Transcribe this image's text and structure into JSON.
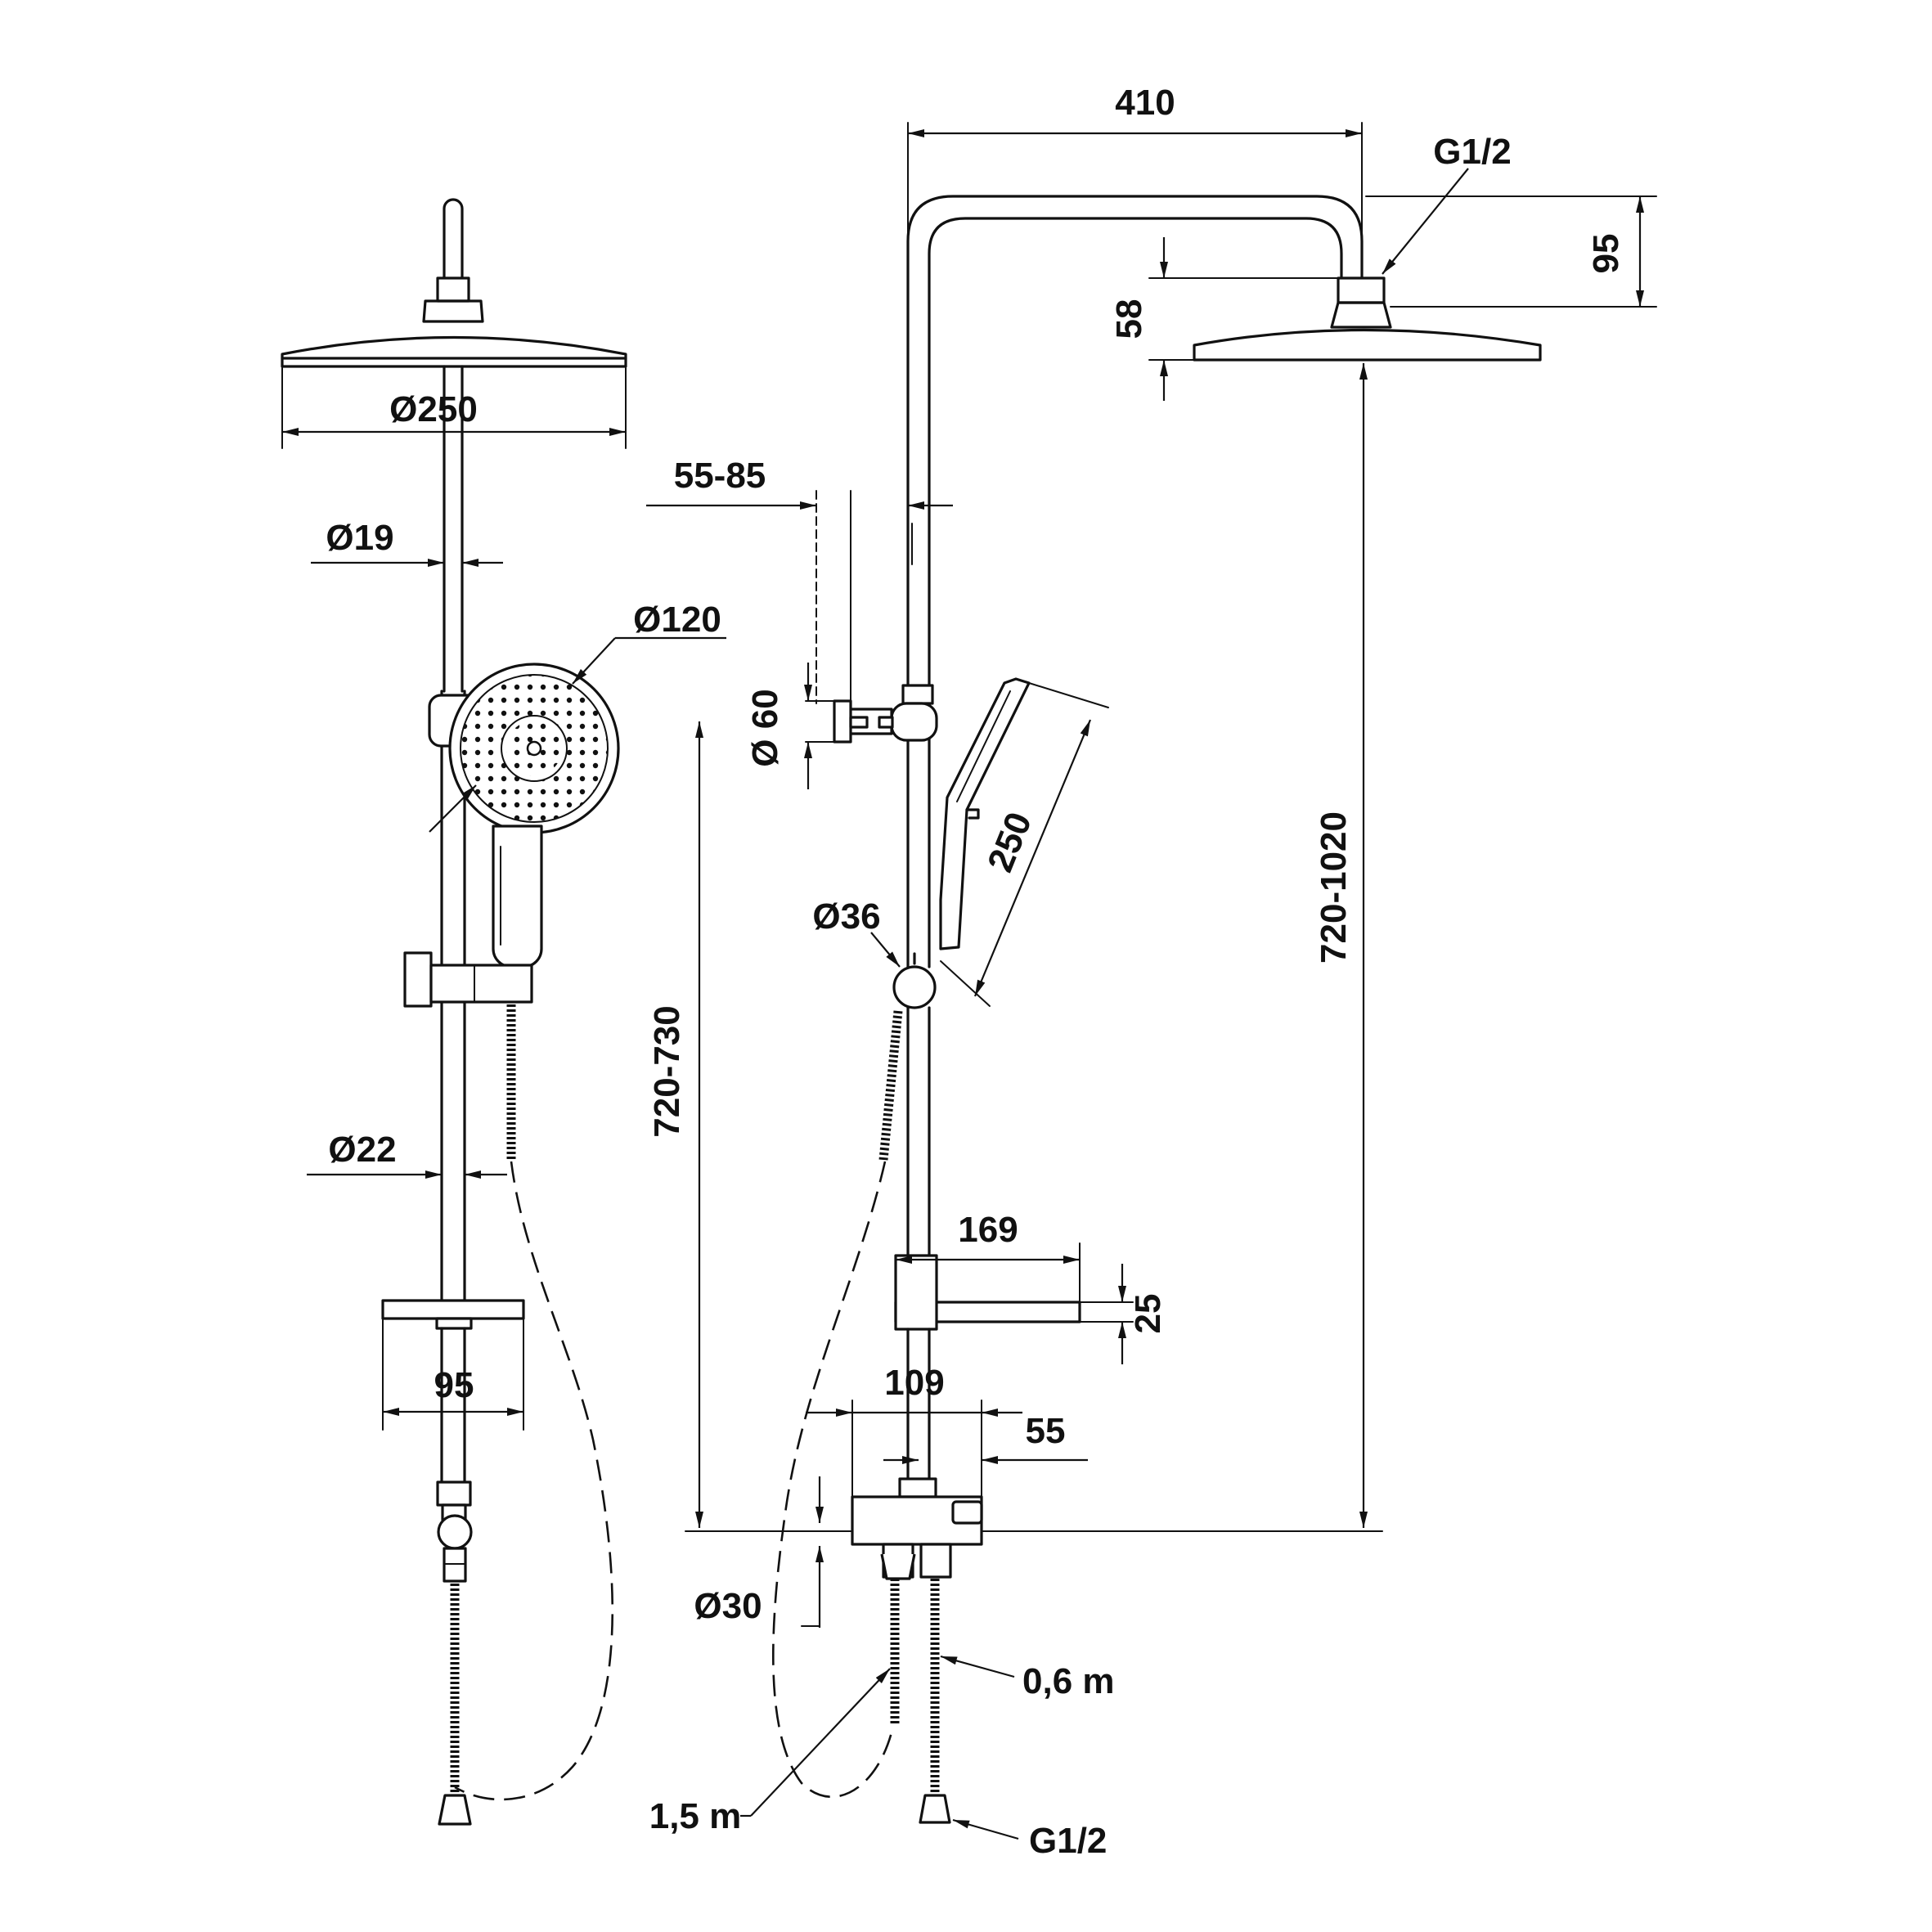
{
  "front_view": {
    "dim_head_diameter": "Ø250",
    "dim_upper_tube": "Ø19",
    "dim_hand_shower": "Ø120",
    "dim_lower_tube": "Ø22",
    "dim_shelf": "95"
  },
  "side_view": {
    "dim_arm_reach": "410",
    "dim_head_connection": "G1/2",
    "dim_head_height": "95",
    "dim_head_drop": "58",
    "dim_wall_distance": "55-85",
    "dim_bracket": "Ø 60",
    "dim_hand_length": "250",
    "dim_knob": "Ø36",
    "dim_height_total": "720-1020",
    "dim_height_lower": "720-730",
    "dim_shelf_depth": "169",
    "dim_shelf_thickness": "25",
    "dim_mixer_width": "109",
    "dim_mixer_outlet": "55",
    "dim_pipe": "Ø30",
    "dim_hose_short": "0,6 m",
    "dim_hose_long": "1,5 m",
    "dim_inlet": "G1/2"
  }
}
